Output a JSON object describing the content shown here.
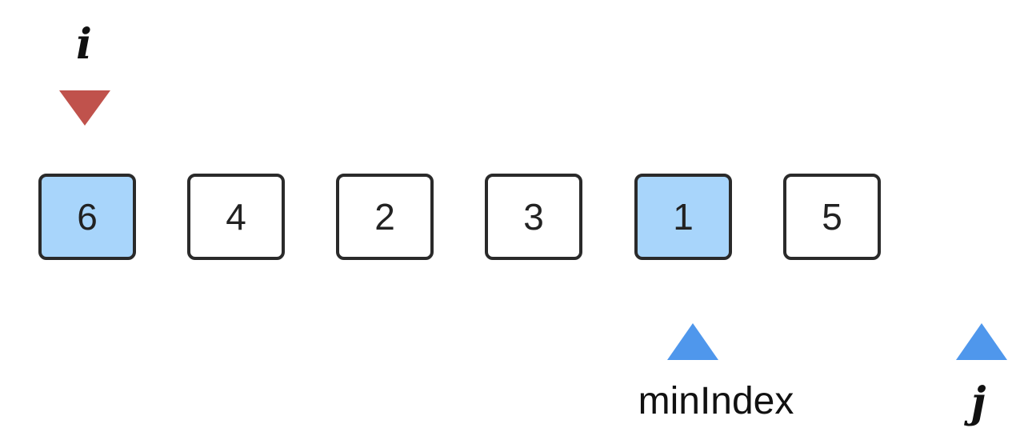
{
  "colors": {
    "pointer_down": "#c0524c",
    "pointer_up": "#4f97ec",
    "highlight_fill": "#a8d5fb"
  },
  "pointers": {
    "i": {
      "label": "i",
      "shape": "down-triangle"
    },
    "min_index": {
      "label": "minIndex",
      "shape": "up-triangle"
    },
    "j": {
      "label": "j",
      "shape": "up-triangle"
    }
  },
  "array": [
    {
      "value": "6",
      "highlighted": true
    },
    {
      "value": "4",
      "highlighted": false
    },
    {
      "value": "2",
      "highlighted": false
    },
    {
      "value": "3",
      "highlighted": false
    },
    {
      "value": "1",
      "highlighted": true
    },
    {
      "value": "5",
      "highlighted": false
    }
  ]
}
